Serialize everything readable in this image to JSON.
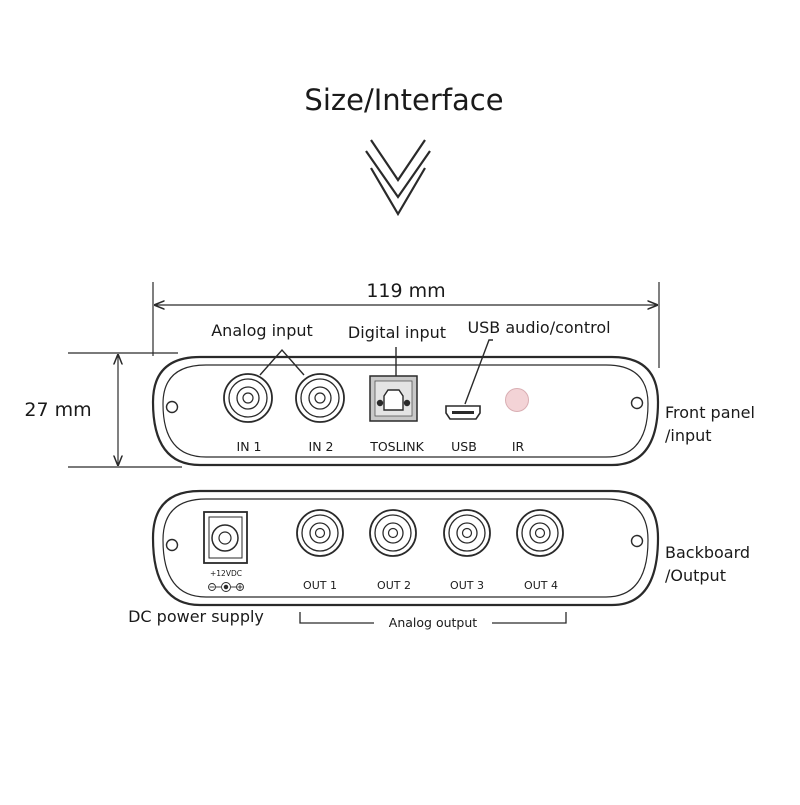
{
  "title": "Size/Interface",
  "dimensions": {
    "width": "119 mm",
    "height": "27 mm"
  },
  "front_panel": {
    "side_label_line1": "Front panel",
    "side_label_line2": "/input",
    "callouts": {
      "analog_input": "Analog input",
      "digital_input": "Digital input",
      "usb": "USB audio/control"
    },
    "ports": {
      "in1": "IN 1",
      "in2": "IN 2",
      "toslink": "TOSLINK",
      "usb": "USB",
      "ir": "IR"
    }
  },
  "back_panel": {
    "side_label_line1": "Backboard",
    "side_label_line2": "/Output",
    "power_rating": "+12VDC",
    "power_label": "DC power supply",
    "analog_output_label": "Analog output",
    "ports": {
      "out1": "OUT 1",
      "out2": "OUT 2",
      "out3": "OUT 3",
      "out4": "OUT 4"
    }
  },
  "colors": {
    "ir_window": "#f3d3d6",
    "outline": "#2a2a2a"
  }
}
